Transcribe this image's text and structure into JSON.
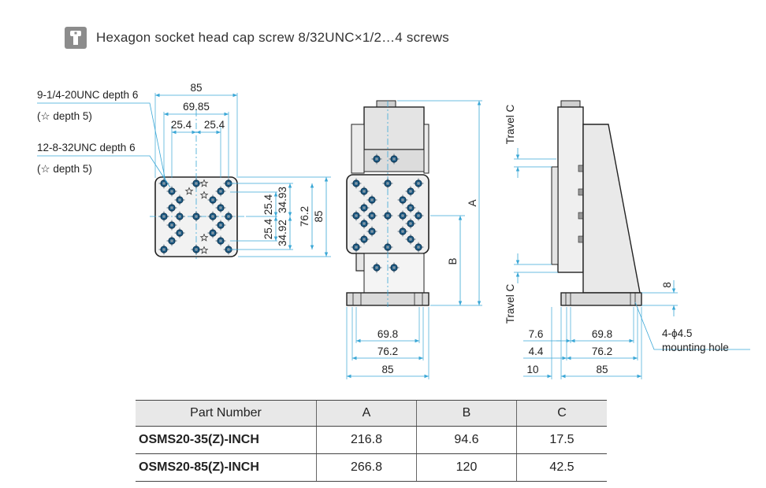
{
  "header": {
    "icon": "socket-head-screw-icon",
    "text": "Hexagon socket head cap screw 8/32UNC×1/2…4 screws"
  },
  "top_view": {
    "callout_1_line1": "9-1/4-20UNC depth 6",
    "callout_1_line2": "(☆ depth 5)",
    "callout_2_line1": "12-8-32UNC depth 6",
    "callout_2_line2": "(☆ depth 5)",
    "dim_width_85": "85",
    "dim_width_6985": "69.85",
    "dim_254_a": "25.4",
    "dim_254_b": "25.4",
    "dim_v_254_a": "25.4",
    "dim_v_254_b": "25.4",
    "dim_v_3493": "34.93",
    "dim_v_3492": "34.92",
    "dim_v_762": "76.2",
    "dim_v_85": "85"
  },
  "front_view": {
    "dim_A": "A",
    "dim_B": "B",
    "dim_698": "69.8",
    "dim_762": "76.2",
    "dim_85": "85"
  },
  "side_view": {
    "travel_top": "Travel C",
    "travel_bottom": "Travel C",
    "dim_8": "8",
    "dim_76": "7.6",
    "dim_44": "4.4",
    "dim_10": "10",
    "dim_698": "69.8",
    "dim_762": "76.2",
    "dim_85": "85",
    "note_line1": "4-ϕ4.5",
    "note_line2": "mounting hole"
  },
  "table": {
    "headers": [
      "Part Number",
      "A",
      "B",
      "C"
    ],
    "rows": [
      [
        "OSMS20-35(Z)-INCH",
        "216.8",
        "94.6",
        "17.5"
      ],
      [
        "OSMS20-85(Z)-INCH",
        "266.8",
        "120",
        "42.5"
      ]
    ]
  }
}
